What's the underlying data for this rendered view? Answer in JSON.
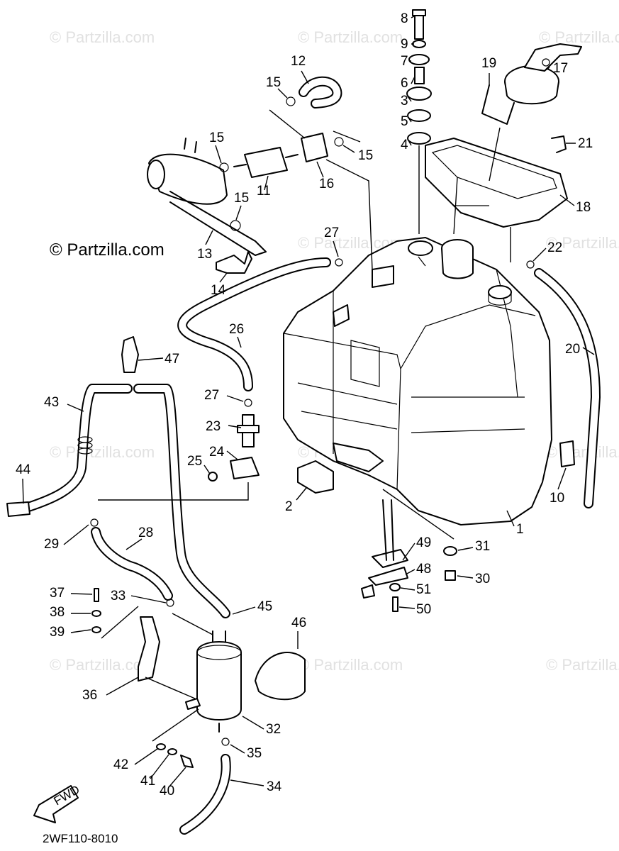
{
  "watermarks": {
    "text": "© Partzilla.com",
    "strong_text": "© Partzilla.com"
  },
  "diagram_code": "2WF110-8010",
  "fwd_label": "FWD",
  "part_numbers": {
    "p1": "1",
    "p2": "2",
    "p3": "3",
    "p4": "4",
    "p5": "5",
    "p6": "6",
    "p7": "7",
    "p8": "8",
    "p9": "9",
    "p10": "10",
    "p11": "11",
    "p12": "12",
    "p13": "13",
    "p14": "14",
    "p15a": "15",
    "p15b": "15",
    "p15c": "15",
    "p15d": "15",
    "p16": "16",
    "p17": "17",
    "p18": "18",
    "p19": "19",
    "p20": "20",
    "p21": "21",
    "p22": "22",
    "p23": "23",
    "p24": "24",
    "p25": "25",
    "p26": "26",
    "p27a": "27",
    "p27b": "27",
    "p28": "28",
    "p29": "29",
    "p30": "30",
    "p31": "31",
    "p32": "32",
    "p33": "33",
    "p34": "34",
    "p35": "35",
    "p36": "36",
    "p37": "37",
    "p38": "38",
    "p39": "39",
    "p40": "40",
    "p41": "41",
    "p42": "42",
    "p43": "43",
    "p44": "44",
    "p45": "45",
    "p46": "46",
    "p47": "47",
    "p48": "48",
    "p49": "49",
    "p50": "50",
    "p51": "51"
  }
}
